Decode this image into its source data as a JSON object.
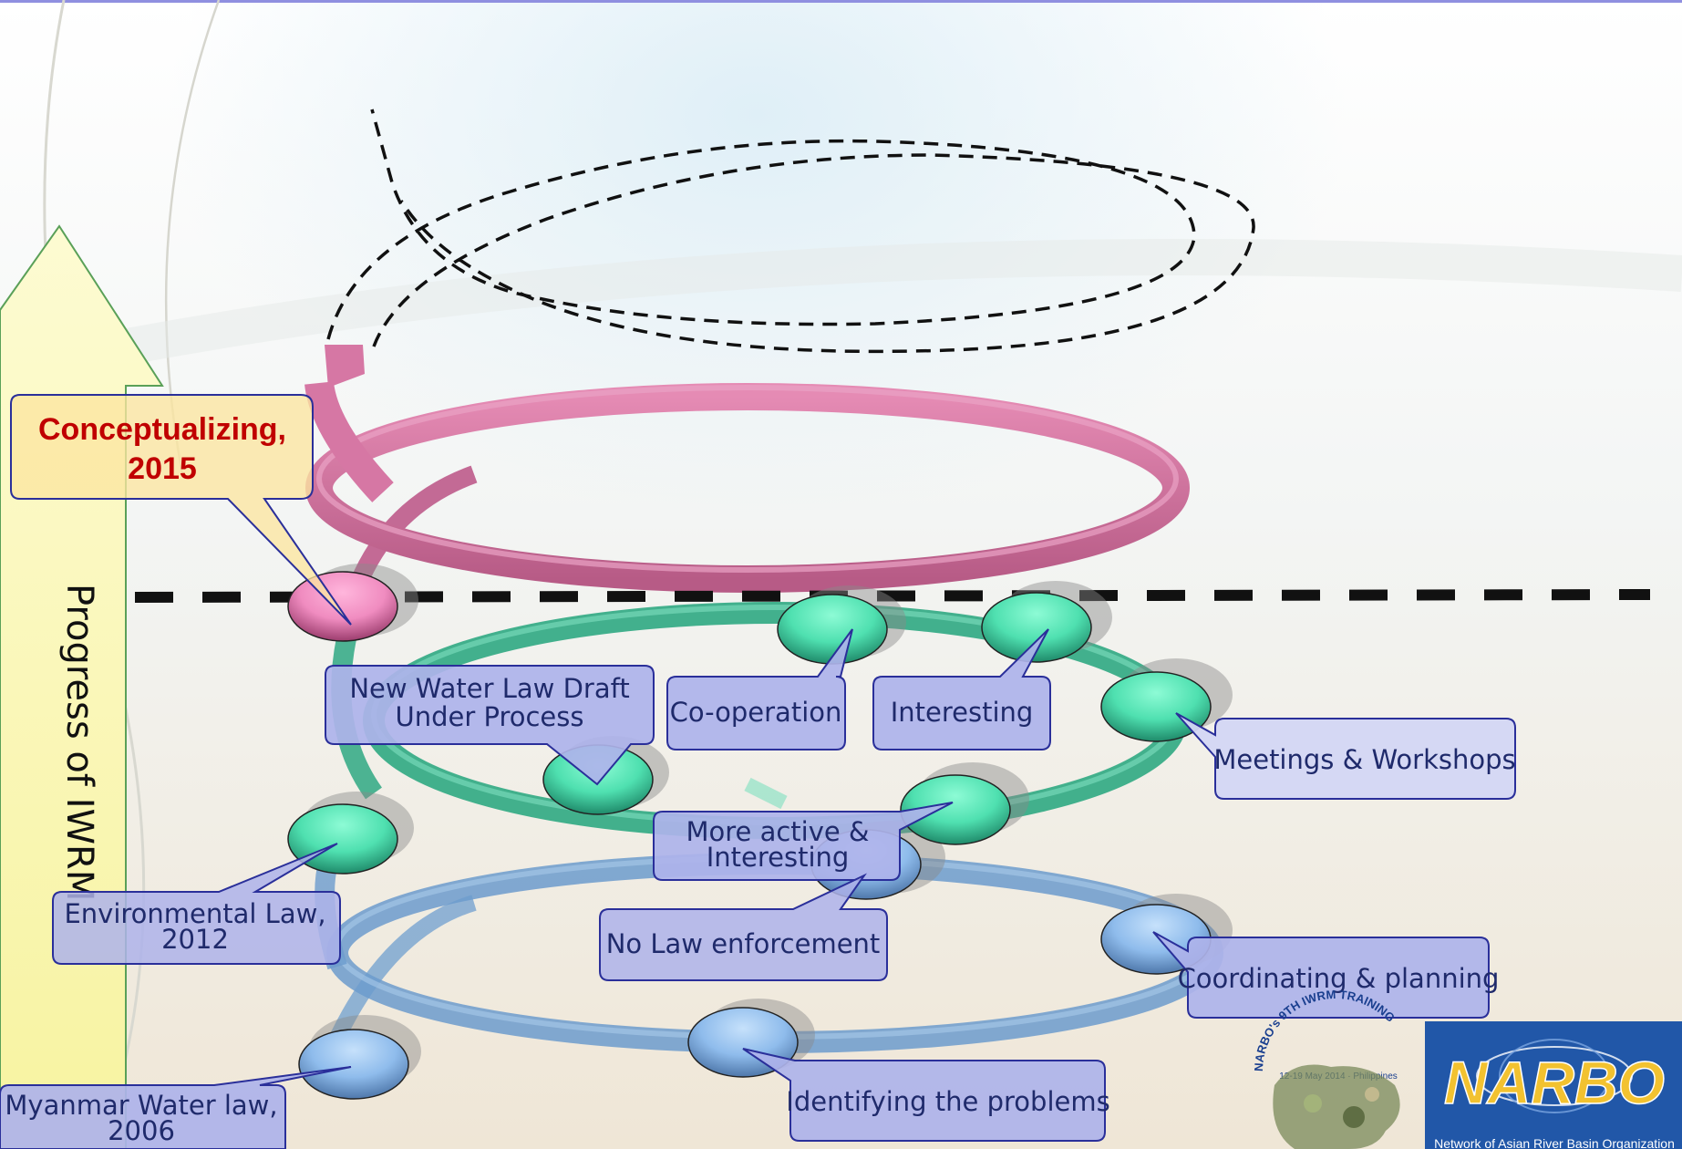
{
  "axis": {
    "label": "Progress of IWRM"
  },
  "callouts": {
    "conceptualizing": {
      "line1": "Conceptualizing,",
      "line2": "2015"
    },
    "new_water_law": {
      "line1": "New Water Law Draft",
      "line2": "Under Process"
    },
    "cooperation": "Co-operation",
    "interesting": "Interesting",
    "meetings": "Meetings & Workshops",
    "more_active": {
      "line1": "More active &",
      "line2": "Interesting"
    },
    "environmental_law": {
      "line1": "Environmental Law,",
      "line2": "2012"
    },
    "no_law_enforcement": "No Law enforcement",
    "coordinating": "Coordinating & planning",
    "identifying": "Identifying the problems",
    "myanmar_water_law": {
      "line1": "Myanmar Water law,",
      "line2": "2006"
    }
  },
  "logos": {
    "training": {
      "line1": "NARBO's 9TH IWRM TRAINING",
      "line2": "12-19 May 2014 · Philippines"
    },
    "narbo": {
      "name": "NARBO",
      "subtitle": "Network of Asian River Basin Organization"
    }
  },
  "colors": {
    "arrow": "#fbf7a6",
    "spiral_pink": "#cf6f9c",
    "spiral_green": "#35b88e",
    "spiral_blue": "#78a6d4",
    "callout_fill": "#aeb3ea",
    "callout_stroke": "#2a2f9a",
    "highlight_fill": "#fbe8a6",
    "highlight_text": "#c00000",
    "narbo_bg": "#2157a8"
  }
}
